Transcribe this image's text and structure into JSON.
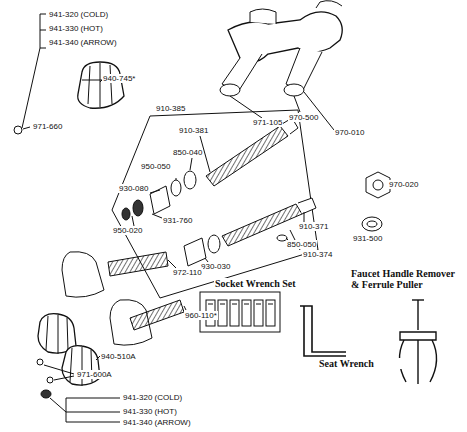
{
  "diagram": {
    "labels": [
      "941-320 (COLD)",
      "941-330 (HOT)",
      "941-340 (ARROW)",
      "940-745*",
      "971-660",
      "910-385",
      "910-381",
      "971-105",
      "970-500",
      "970-010",
      "850-040",
      "950-050",
      "930-080",
      "931-760",
      "950-020",
      "910-371",
      "850-050",
      "930-030",
      "910-374",
      "970-020",
      "931-500",
      "972-110",
      "960-110*",
      "940-510A",
      "971-600A",
      "941-320 (COLD)",
      "941-330 (HOT)",
      "941-340 (ARROW)",
      "Socket Wrench Set",
      "Faucet Handle Remover & Ferrule Puller",
      "Seat Wrench"
    ]
  }
}
